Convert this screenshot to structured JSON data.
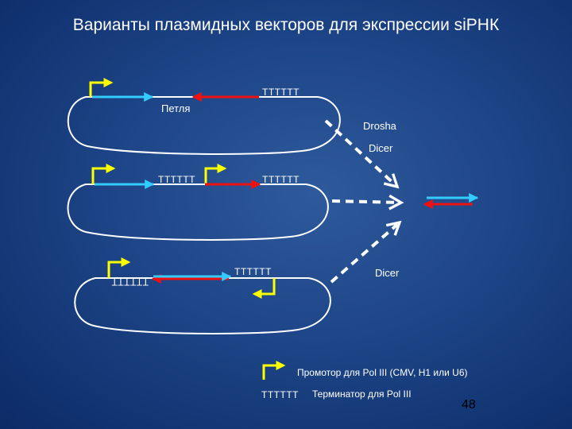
{
  "title": "Варианты плазмидных векторов для экспрессии siРНК",
  "vectors": {
    "loop_label": "Петля",
    "terminator_text": "TTTTTT",
    "drosha_label": "Drosha",
    "dicer_label": "Dicer",
    "dicer_label_2": "Dicer"
  },
  "legend": {
    "promoter_text": "Промотор для Pol III (CMV, H1 или U6)",
    "terminator_symbol": "TTTTTT",
    "terminator_text": "Терминатор для Pol III"
  },
  "page_number": "48",
  "colors": {
    "background": "#1d4587",
    "plasmid": "#ffffff",
    "promoter": "#ffff00",
    "sense_arrow": "#33ccff",
    "antisense_arrow": "#ee1111",
    "pathway_arrow": "#ffffff"
  }
}
